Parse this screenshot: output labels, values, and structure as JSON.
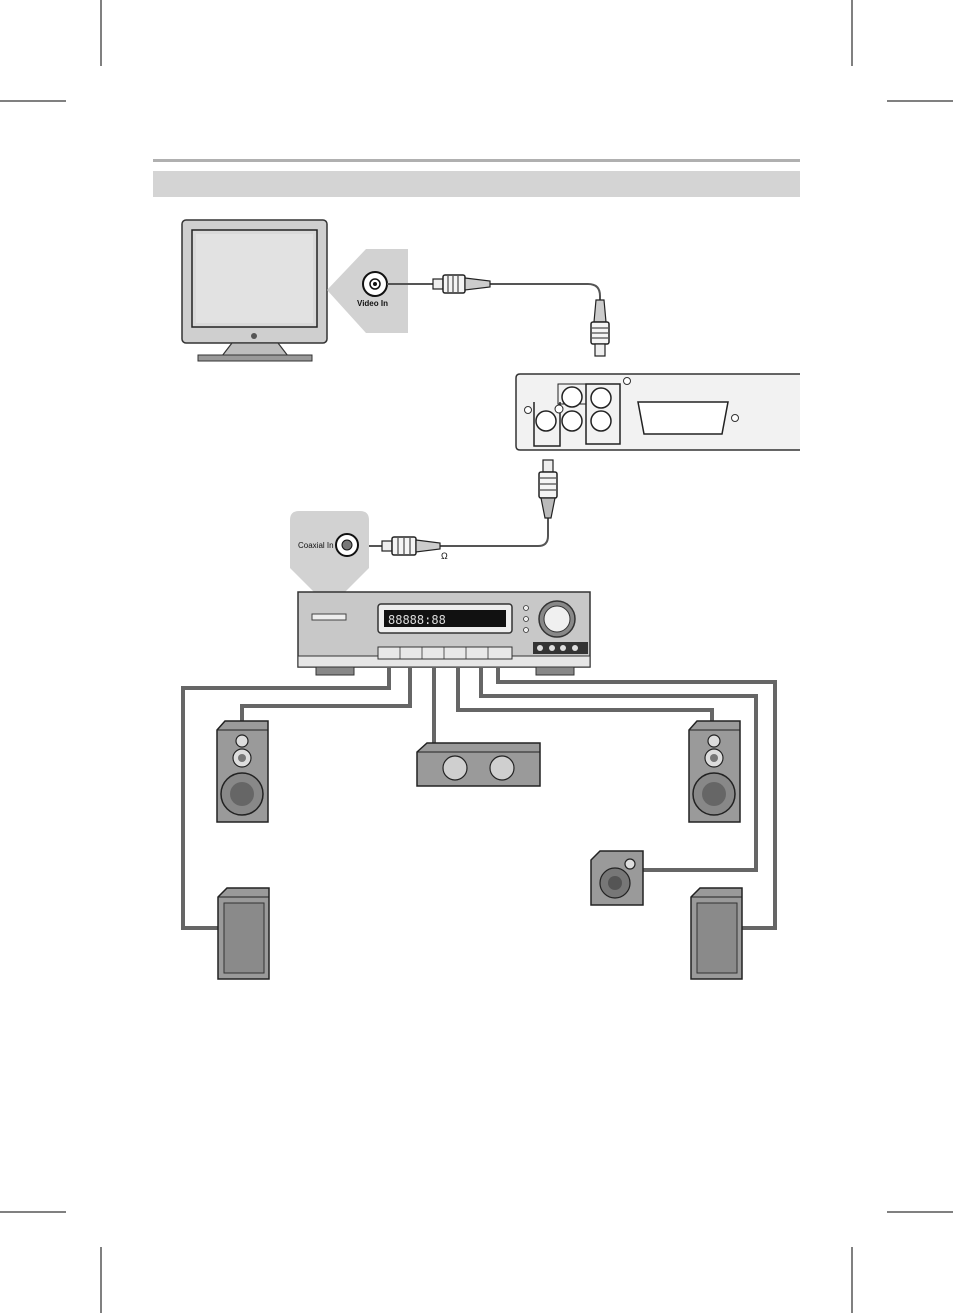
{
  "labels": {
    "video_in": "Video In",
    "coaxial_in": "Coaxial In",
    "ohm": "Ω",
    "display": "88888:88"
  },
  "colors": {
    "cable": "#555555",
    "speaker_wire": "#666666",
    "header_bar": "#d4d4d4",
    "header_rule": "#b0b0b0",
    "device_body": "#c8c8c8",
    "speaker_body": "#9a9a9a",
    "panel_bubble": "#d2d2d2"
  }
}
